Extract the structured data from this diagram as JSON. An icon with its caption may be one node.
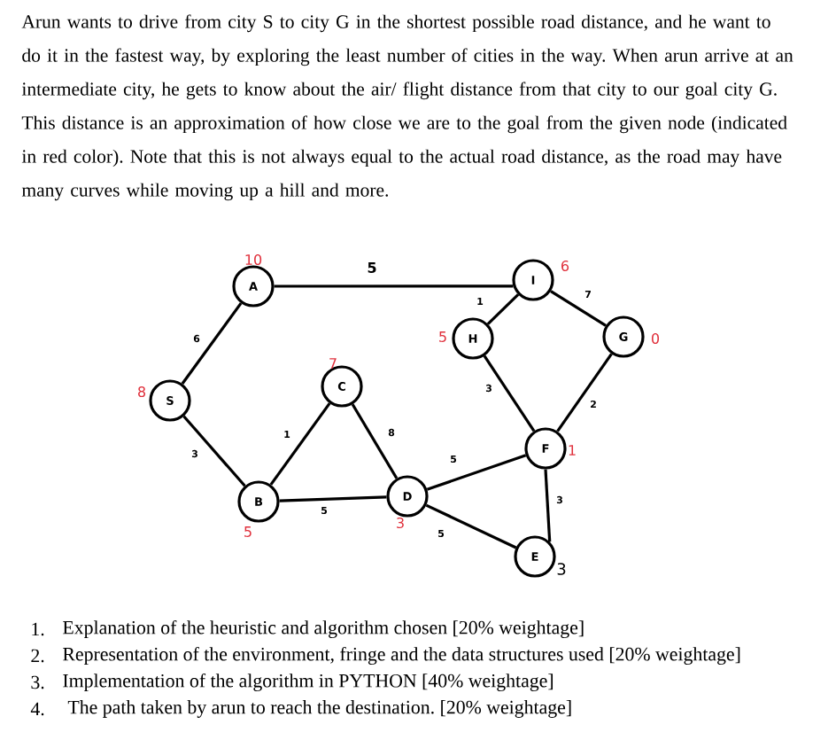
{
  "diagram": {
    "nodes": [
      {
        "text": [
          "A"
        ],
        "beside": [
          "10"
        ]
      },
      {
        "text": [
          "I"
        ],
        "beside": [
          "6"
        ]
      },
      {
        "text": [
          "S"
        ],
        "beside": [
          "8"
        ]
      },
      {
        "text": [
          "H"
        ],
        "beside": [
          "5"
        ]
      },
      {
        "text": [
          "G"
        ],
        "beside": [
          "0"
        ]
      },
      {
        "text": [
          "C"
        ],
        "beside": [
          "7"
        ]
      },
      {
        "text": [
          "F"
        ],
        "beside": [
          "1"
        ]
      },
      {
        "text": [
          "B"
        ],
        "beside": [
          "5"
        ]
      },
      {
        "text": [
          "D"
        ],
        "beside": [
          "3"
        ]
      },
      {
        "text": [
          "E"
        ],
        "beside": [
          "3"
        ]
      }
    ],
    "edges": [
      {
        "from": 2,
        "to": 0,
        "arrow": "none",
        "label": "6"
      },
      {
        "from": 0,
        "to": 1,
        "arrow": "none",
        "label": "5"
      },
      {
        "from": 2,
        "to": 7,
        "arrow": "none",
        "label": "3"
      },
      {
        "from": 7,
        "to": 5,
        "arrow": "none",
        "label": "1"
      },
      {
        "from": 5,
        "to": 8,
        "arrow": "none",
        "label": "8"
      },
      {
        "from": 7,
        "to": 8,
        "arrow": "none",
        "label": "5"
      },
      {
        "from": 1,
        "to": 3,
        "arrow": "none",
        "label": "1"
      },
      {
        "from": 1,
        "to": 4,
        "arrow": "none",
        "label": "7"
      },
      {
        "from": 3,
        "to": 6,
        "arrow": "none",
        "label": "3"
      },
      {
        "from": 4,
        "to": 6,
        "arrow": "none",
        "label": "2"
      },
      {
        "from": 8,
        "to": 6,
        "arrow": "none",
        "label": "5"
      },
      {
        "from": 8,
        "to": 9,
        "arrow": "none",
        "label": "5"
      },
      {
        "from": 6,
        "to": 9,
        "arrow": "none",
        "label": "3"
      }
    ],
    "labels": [
      "Arun wants to drive from city S to city G in the shortest possible road distance, and he want to do it in the fastest way, by exploring the least number of cities in the way. When arun arrive at an intermediate city, he gets to know about the air/ flight distance from that city to our goal city G. This distance is an approximation of how close we are to the goal from the given node (indicated in red color). Note that this is not always equal to the actual road distance, as the road may have many curves while moving up a hill and more.",
      "1.",
      "Explanation of the heuristic and algorithm chosen [20% weightage]",
      "2.",
      "Representation of the environment, fringe and the data structures used [20% weightage]",
      "3.",
      "Implementation of the algorithm in PYTHON [40% weightage]",
      "4.",
      "The path taken by arun to reach the destination. [20% weightage]"
    ]
  }
}
